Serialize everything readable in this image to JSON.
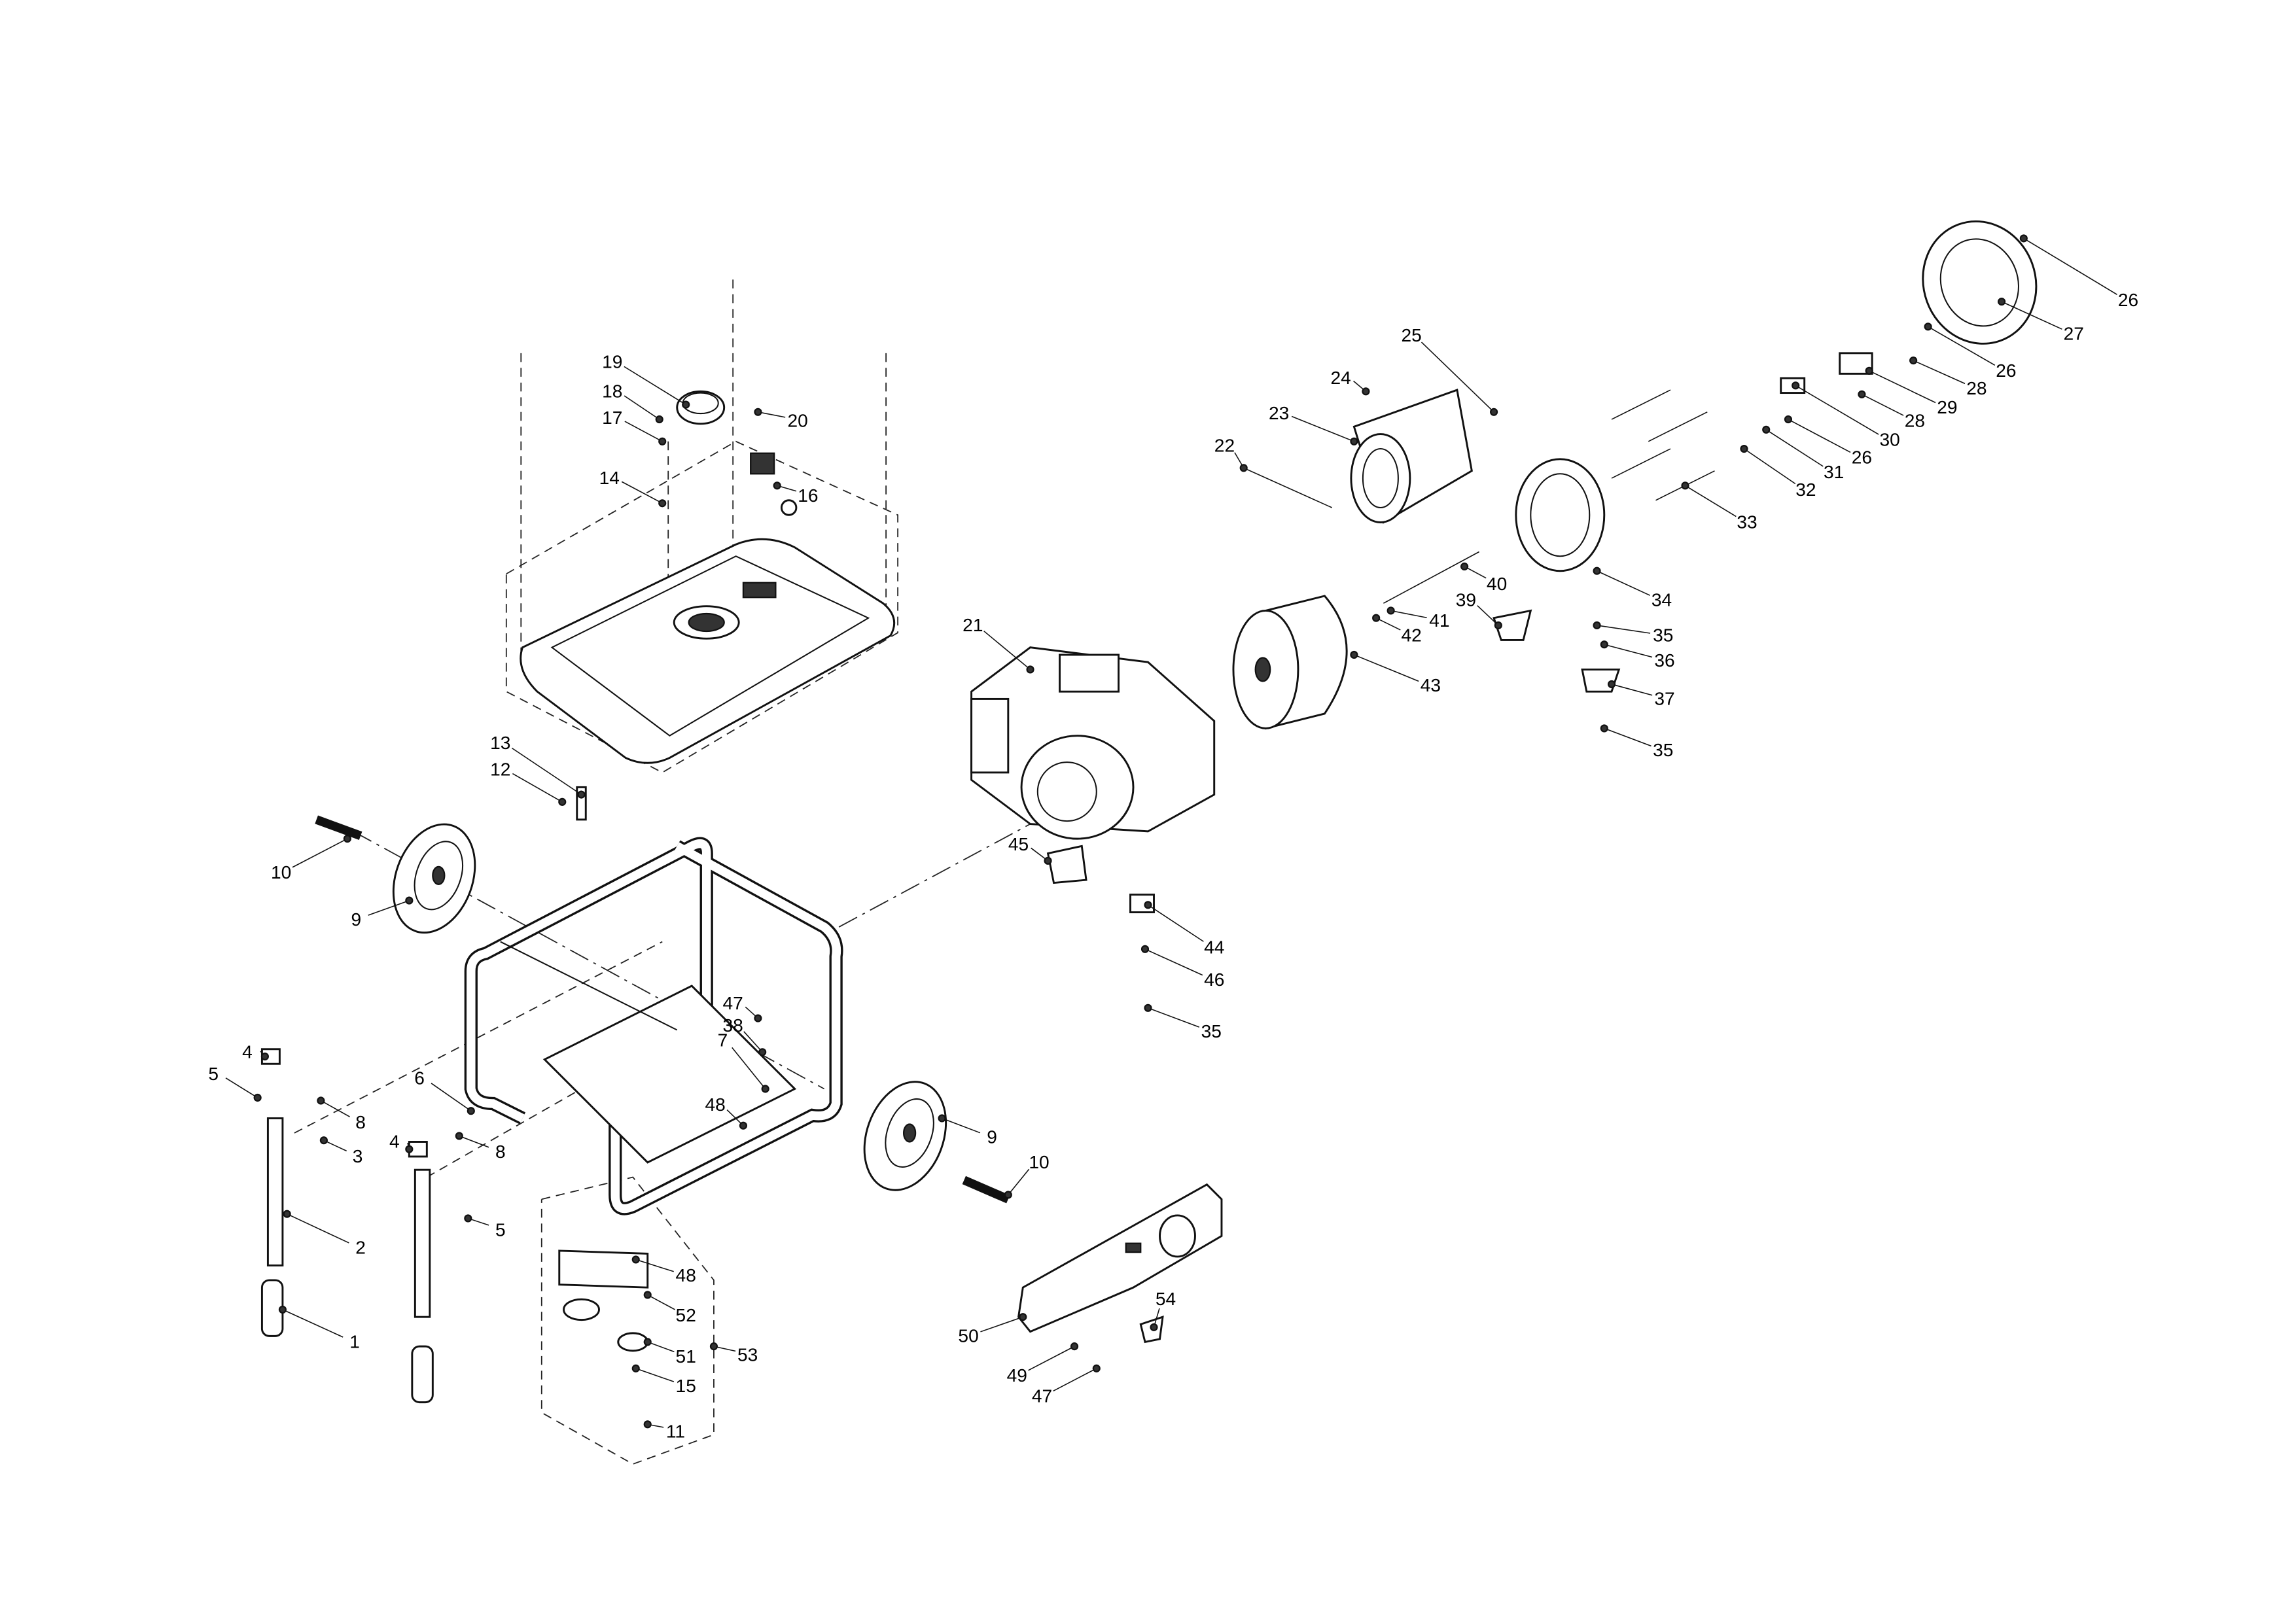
{
  "diagram": {
    "callouts": [
      "26",
      "27",
      "26",
      "28",
      "29",
      "28",
      "30",
      "26",
      "31",
      "32",
      "33",
      "25",
      "24",
      "23",
      "22",
      "19",
      "18",
      "17",
      "20",
      "16",
      "14",
      "21",
      "40",
      "41",
      "42",
      "43",
      "34",
      "35",
      "36",
      "37",
      "35",
      "39",
      "13",
      "12",
      "10",
      "9",
      "45",
      "44",
      "46",
      "35",
      "47",
      "38",
      "7",
      "6",
      "48",
      "4",
      "5",
      "8",
      "3",
      "4",
      "8",
      "5",
      "2",
      "1",
      "9",
      "10",
      "48",
      "52",
      "51",
      "53",
      "15",
      "11",
      "50",
      "54",
      "49",
      "47"
    ]
  }
}
